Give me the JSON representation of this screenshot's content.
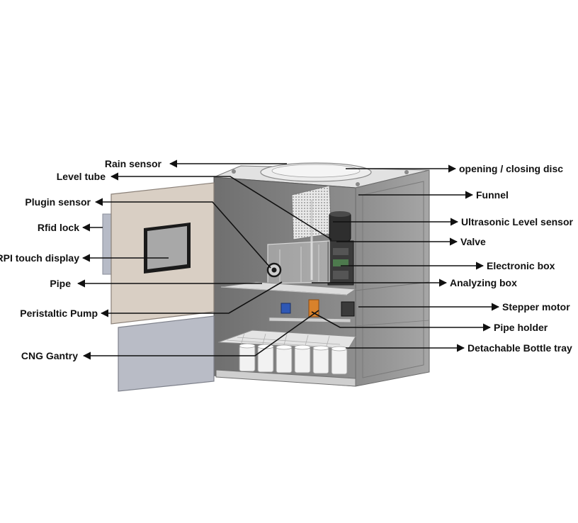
{
  "labels": {
    "rain_sensor": "Rain sensor",
    "level_tube": "Level tube",
    "plugin_sensor": "Plugin sensor",
    "rfid_lock": "Rfid lock",
    "rpi_touch_display": "RPI touch display",
    "pipe": "Pipe",
    "peristaltic_pump": "Peristaltic Pump",
    "cng_gantry": "CNG Gantry",
    "opening_closing_disc": "opening / closing  disc",
    "funnel": "Funnel",
    "ultrasonic_level_sensor": "Ultrasonic Level sensor",
    "valve": "Valve",
    "electronic_box": "Electronic box",
    "analyzing_box": "Analyzing box",
    "stepper_motor": "Stepper motor",
    "pipe_holder": "Pipe holder",
    "detachable_bottle_tray": "Detachable Bottle tray"
  },
  "colors": {
    "cabinet_frame": "#6e6e6e",
    "cabinet_interior": "#9a9a9a",
    "door_outer": "#d9cfc4",
    "lower_door": "#b9bcc6",
    "display": "#a8a8a8",
    "label_text": "#111111",
    "arrow": "#111111",
    "accent_orange": "#d9822b",
    "accent_blue": "#2f58b5"
  }
}
